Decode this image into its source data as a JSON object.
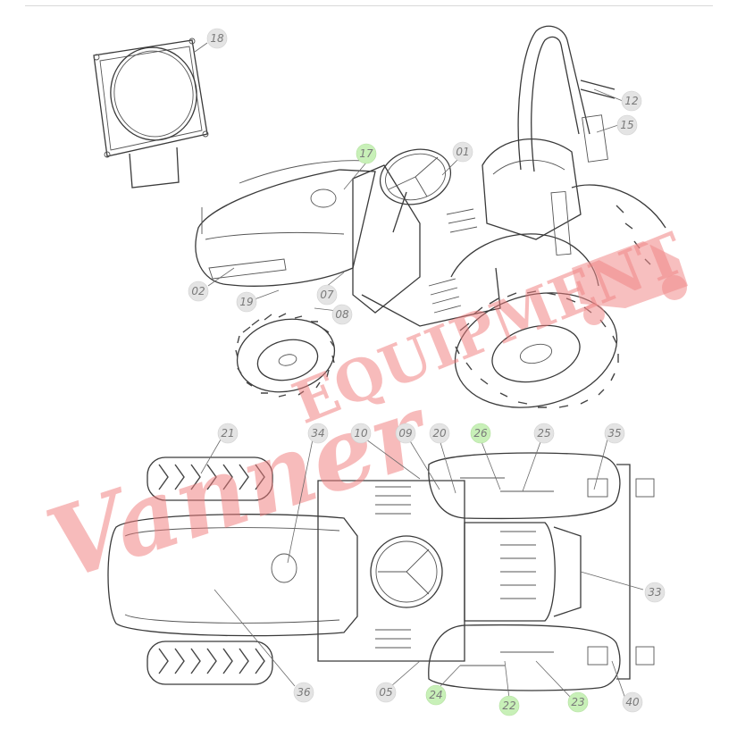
{
  "diagram": {
    "callouts": [
      {
        "id": "c18",
        "label": "18",
        "highlighted": false
      },
      {
        "id": "c12",
        "label": "12",
        "highlighted": false
      },
      {
        "id": "c15",
        "label": "15",
        "highlighted": false
      },
      {
        "id": "c17",
        "label": "17",
        "highlighted": true
      },
      {
        "id": "c01",
        "label": "01",
        "highlighted": false
      },
      {
        "id": "c02",
        "label": "02",
        "highlighted": false
      },
      {
        "id": "c19",
        "label": "19",
        "highlighted": false
      },
      {
        "id": "c07",
        "label": "07",
        "highlighted": false
      },
      {
        "id": "c08",
        "label": "08",
        "highlighted": false
      },
      {
        "id": "c21",
        "label": "21",
        "highlighted": false
      },
      {
        "id": "c34",
        "label": "34",
        "highlighted": false
      },
      {
        "id": "c10",
        "label": "10",
        "highlighted": false
      },
      {
        "id": "c09",
        "label": "09",
        "highlighted": false
      },
      {
        "id": "c20",
        "label": "20",
        "highlighted": false
      },
      {
        "id": "c26",
        "label": "26",
        "highlighted": true
      },
      {
        "id": "c25",
        "label": "25",
        "highlighted": false
      },
      {
        "id": "c35",
        "label": "35",
        "highlighted": false
      },
      {
        "id": "c33",
        "label": "33",
        "highlighted": false
      },
      {
        "id": "c36",
        "label": "36",
        "highlighted": false
      },
      {
        "id": "c05",
        "label": "05",
        "highlighted": false
      },
      {
        "id": "c24",
        "label": "24",
        "highlighted": true
      },
      {
        "id": "c22",
        "label": "22",
        "highlighted": true
      },
      {
        "id": "c23",
        "label": "23",
        "highlighted": true
      },
      {
        "id": "c40",
        "label": "40",
        "highlighted": false
      }
    ],
    "colors": {
      "highlight": "#c8f0b8",
      "bubble": "#e4e4e4",
      "line": "#3a3a3a",
      "watermark": "#f07a7a"
    }
  },
  "watermark": {
    "script": "Vanner",
    "block": "EQUIPMENT"
  }
}
